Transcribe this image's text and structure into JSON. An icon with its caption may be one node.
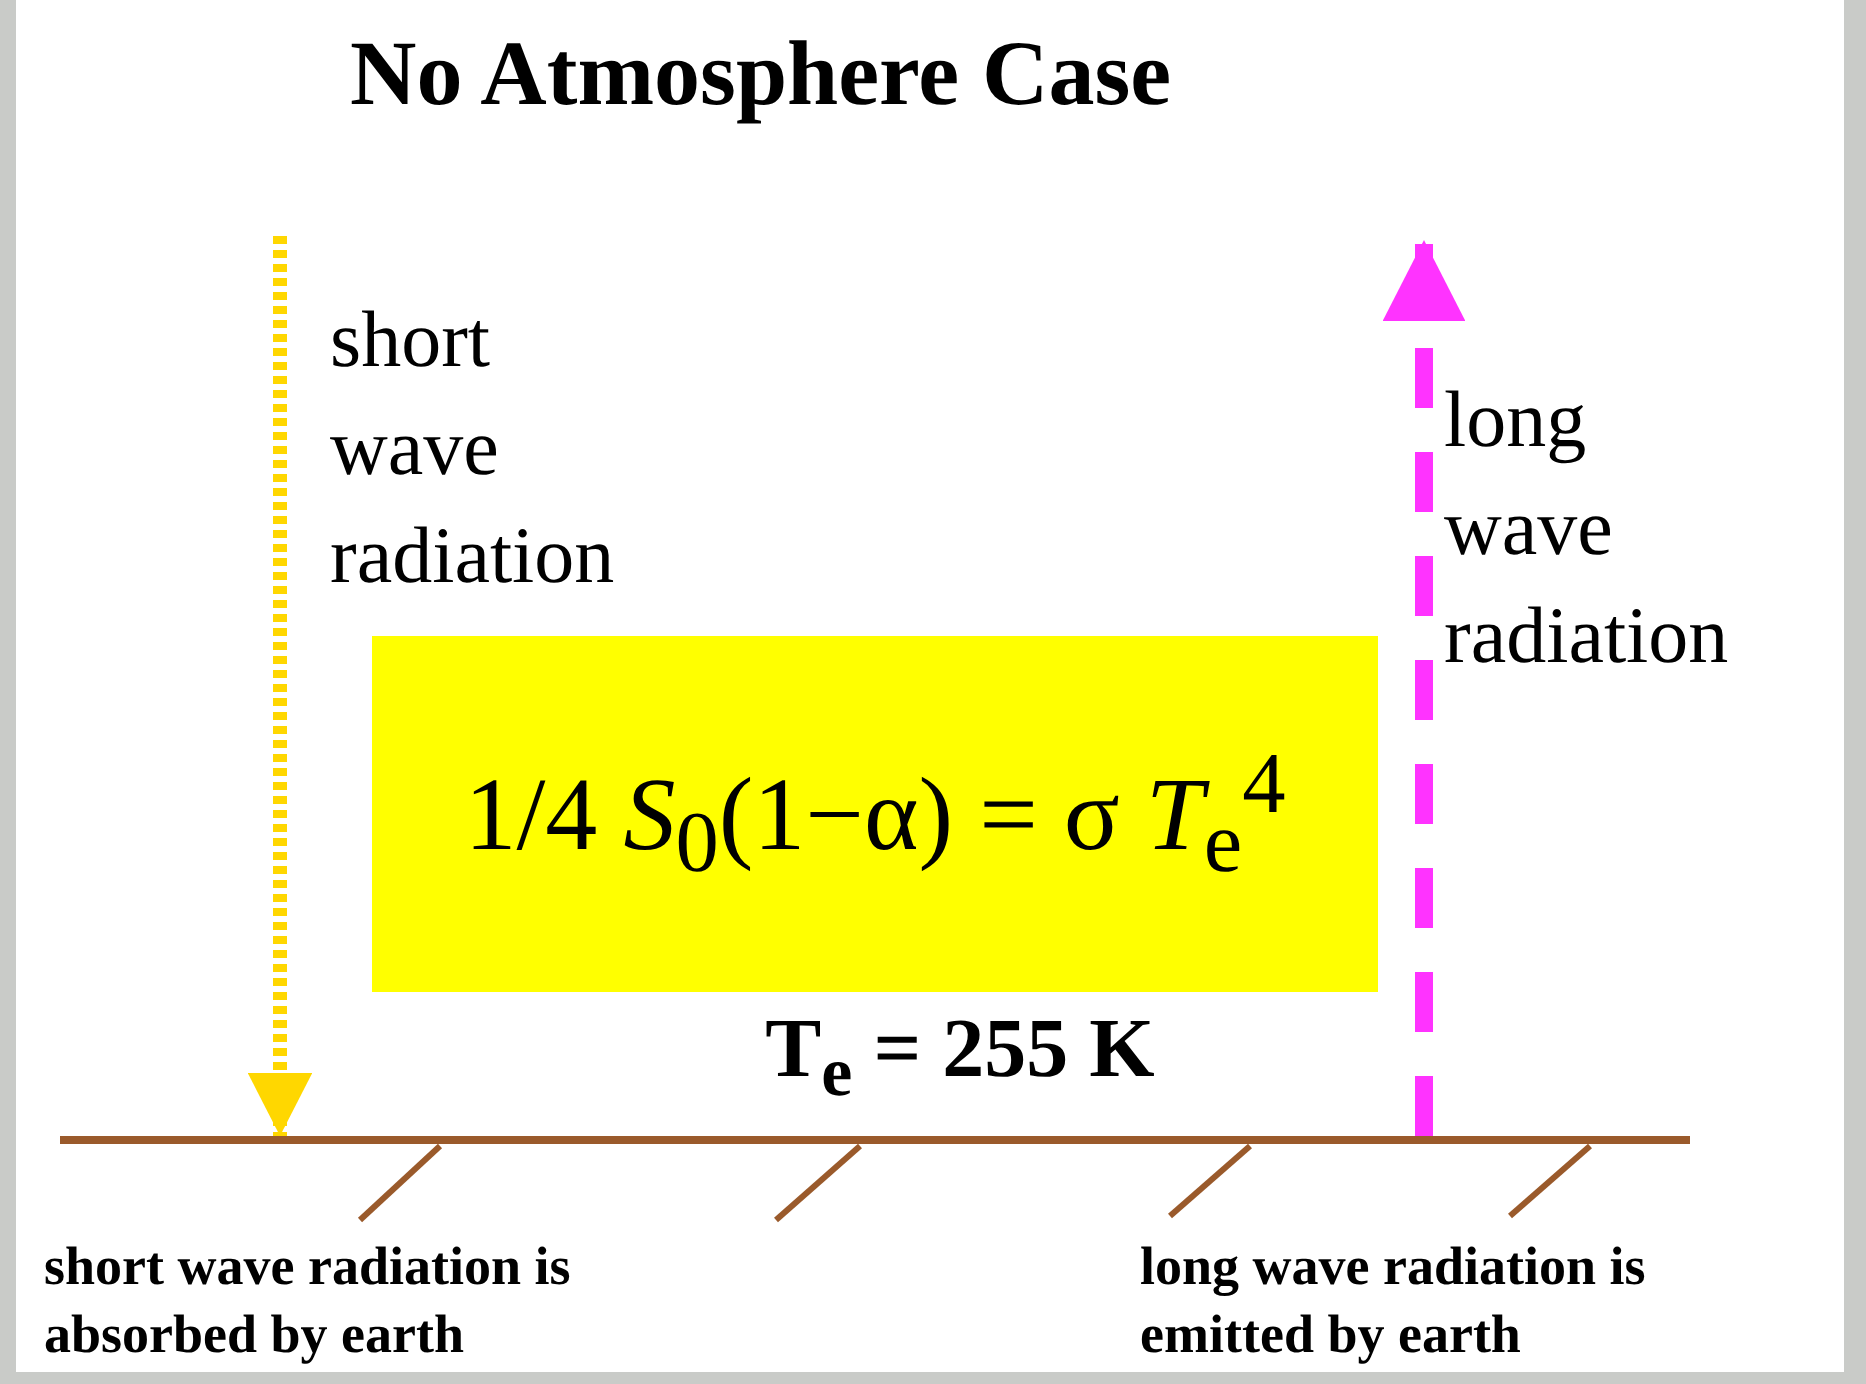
{
  "diagram": {
    "title": "No Atmosphere Case",
    "nodes": [
      {
        "text": [
          "1/4 *S*$_{0}$(1−α) = σ *T*$_{e}$$^{4}$"
        ]
      },
      {
        "text": [],
        "shape": "bar"
      }
    ],
    "edges": [
      {
        "from": null,
        "to": 1,
        "arrow": "to",
        "style": "dashed",
        "color": "#ffd700"
      },
      {
        "from": 1,
        "to": null,
        "arrow": "to",
        "style": "dashed",
        "color": "#ff33ff"
      }
    ],
    "labels": [
      "short wave radiation",
      "long wave radiation",
      "T$_{e}$ = 255 K",
      "short wave radiation is absorbed by earth",
      "long wave radiation is emitted by earth"
    ]
  }
}
